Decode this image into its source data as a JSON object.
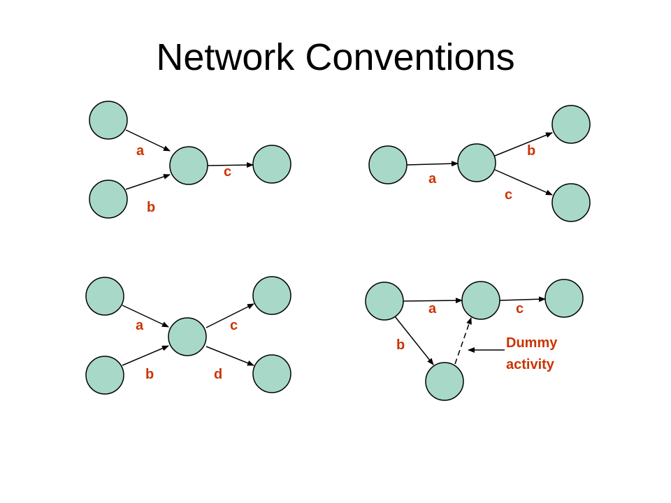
{
  "title": "Network Conventions",
  "colors": {
    "node_fill": "#a8d8c8",
    "label": "#cc3300",
    "line": "#000000"
  },
  "diagrams": {
    "top_left": {
      "labels": [
        "a",
        "b",
        "c"
      ]
    },
    "top_right": {
      "labels": [
        "a",
        "b",
        "c"
      ]
    },
    "bottom_left": {
      "labels": [
        "a",
        "b",
        "c",
        "d"
      ]
    },
    "bottom_right": {
      "labels": [
        "a",
        "b",
        "c"
      ],
      "note_line1": "Dummy",
      "note_line2": "activity"
    }
  }
}
